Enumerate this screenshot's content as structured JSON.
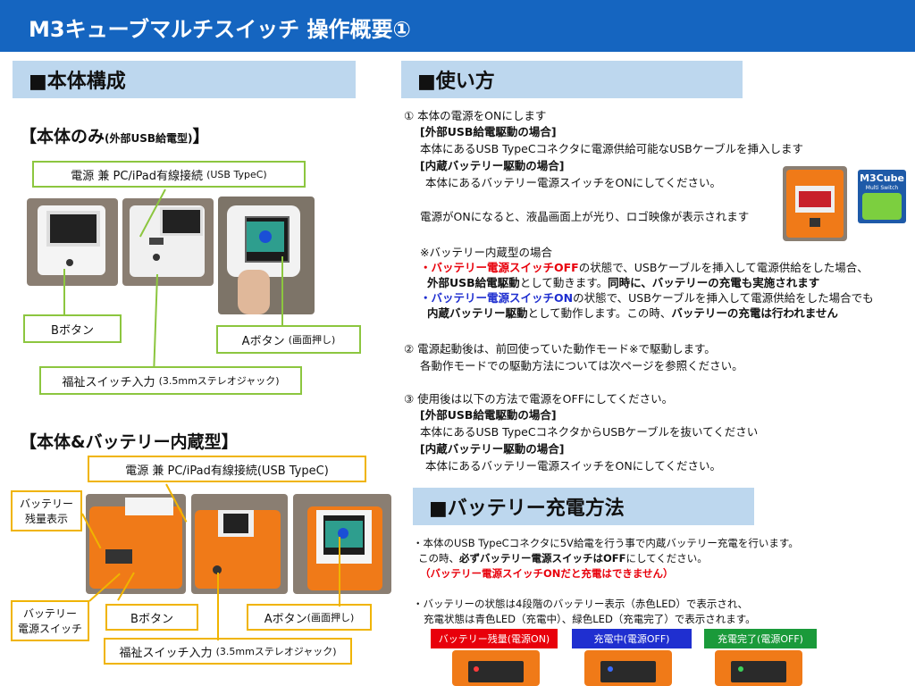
{
  "title": "M3キューブマルチスイッチ 操作概要①",
  "left": {
    "section_title": "■本体構成",
    "sub1_title_main": "【本体のみ",
    "sub1_title_small": "(外部USB給電型)",
    "sub1_title_end": "】",
    "label_power": "電源 兼 PC/iPad有線接続",
    "label_power_small": "(USB TypeC)",
    "label_b": "Bボタン",
    "label_a": "Aボタン",
    "label_a_small": "(画面押し)",
    "label_jack": "福祉スイッチ入力",
    "label_jack_small": "(3.5mmステレオジャック)",
    "sub2_title": "【本体&バッテリー内蔵型】",
    "label2_power": "電源 兼 PC/iPad有線接続(USB TypeC)",
    "label2_battery_level_l1": "バッテリー",
    "label2_battery_level_l2": "残量表示",
    "label2_battery_switch_l1": "バッテリー",
    "label2_battery_switch_l2": "電源スイッチ",
    "label2_b": "Bボタン",
    "label2_a": "Aボタン",
    "label2_a_small": "(画面押し)",
    "label2_jack": "福祉スイッチ入力",
    "label2_jack_small": "(3.5mmステレオジャック)"
  },
  "usage": {
    "section_title": "■使い方",
    "s1_heading": "① 本体の電源をONにします",
    "s1_ext_head": "[外部USB給電駆動の場合]",
    "s1_ext_body": "本体にあるUSB TypeCコネクタに電源供給可能なUSBケーブルを挿入します",
    "s1_bat_head": "[内蔵バッテリー駆動の場合]",
    "s1_bat_body": "本体にあるバッテリー電源スイッチをONにしてください。",
    "s1_on_note": "電源がONになると、液晶画面上が光り、ロゴ映像が表示されます",
    "note_head": "※バッテリー内蔵型の場合",
    "note1_a": "・",
    "note1_red": "バッテリー電源スイッチOFF",
    "note1_b": "の状態で、USBケーブルを挿入して電源供給をした場合、",
    "note1_c_bold": "外部USB給電駆動",
    "note1_c": "として動きます。",
    "note1_d_bold": "同時に、バッテリーの充電も実施されます",
    "note2_a": "・",
    "note2_blue": "バッテリー電源スイッチON",
    "note2_b": "の状態で、USBケーブルを挿入して電源供給をした場合でも",
    "note2_c_bold": "内蔵バッテリー駆動",
    "note2_c": "として動作します。この時、",
    "note2_d_bold": "バッテリーの充電は行われません",
    "s2_l1": "② 電源起動後は、前回使っていた動作モード※で駆動します。",
    "s2_l2": "各動作モードでの駆動方法については次ページを参照ください。",
    "s3_heading": "③ 使用後は以下の方法で電源をOFFにしてください。",
    "s3_ext_head": "[外部USB給電駆動の場合]",
    "s3_ext_body": "本体にあるUSB TypeCコネクタからUSBケーブルを抜いてください",
    "s3_bat_head": "[内蔵バッテリー駆動の場合]",
    "s3_bat_body": "本体にあるバッテリー電源スイッチをONにしてください。",
    "logo_title": "M3Cube",
    "logo_sub": "Multi Switch"
  },
  "charge": {
    "section_title": "■バッテリー充電方法",
    "l1": "・本体のUSB TypeCコネクタに5V給電を行う事で内蔵バッテリー充電を行います。",
    "l2_a": "この時、",
    "l2_bold": "必ずバッテリー電源スイッチはOFF",
    "l2_b": "にしてください。",
    "l3_red": "（バッテリー電源スイッチONだと充電はできません）",
    "l4": "・バッテリーの状態は4段階のバッテリー表示（赤色LED）で表示され、",
    "l5": "充電状態は青色LED（充電中）、緑色LED（充電完了）で表示されます。",
    "badge1": "バッテリー残量(電源ON)",
    "badge2": "充電中(電源OFF)",
    "badge3": "充電完了(電源OFF)",
    "color1": "#e8000b",
    "color2": "#1f2fd0",
    "color3": "#1a9a3a"
  }
}
